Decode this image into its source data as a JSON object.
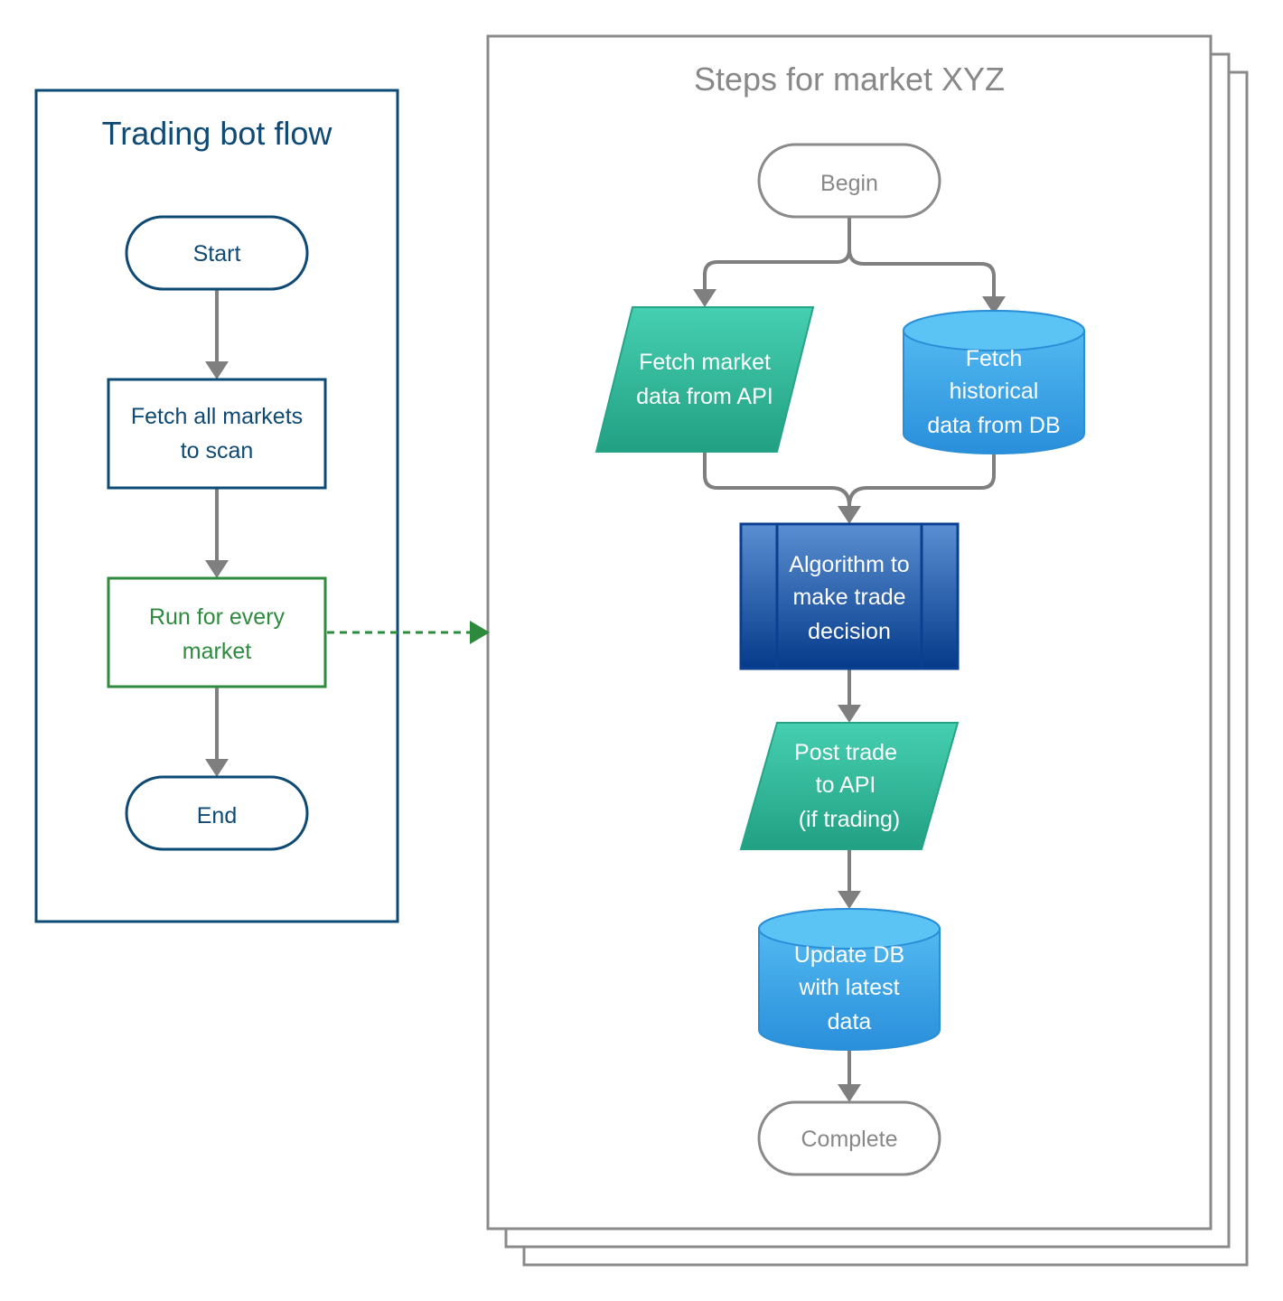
{
  "left_panel": {
    "title": "Trading bot flow",
    "start": "Start",
    "fetch_line1": "Fetch all markets",
    "fetch_line2": "to scan",
    "run_line1": "Run for every",
    "run_line2": "market",
    "end": "End"
  },
  "right_panel": {
    "title": "Steps for market XYZ",
    "begin": "Begin",
    "fetch_api_line1": "Fetch market",
    "fetch_api_line2": "data from API",
    "fetch_db_line1": "Fetch",
    "fetch_db_line2": "historical",
    "fetch_db_line3": "data from DB",
    "algo_line1": "Algorithm to",
    "algo_line2": "make trade",
    "algo_line3": "decision",
    "post_line1": "Post trade",
    "post_line2": "to API",
    "post_line3": "(if trading)",
    "update_line1": "Update DB",
    "update_line2": "with latest",
    "update_line3": "data",
    "complete": "Complete"
  },
  "colors": {
    "navy": "#0e4a73",
    "green": "#2e8b3e",
    "gray": "#7f7f7f",
    "teal": "#2bb593",
    "blue": "#3fa9ea",
    "dark_blue": "#0b3f91"
  }
}
